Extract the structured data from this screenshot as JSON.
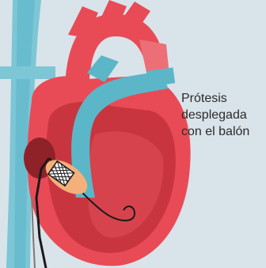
{
  "caption": {
    "line1": "Prótesis",
    "line2": "desplegada",
    "line3": "con el balón"
  },
  "colors": {
    "background": "#d9e3ea",
    "heart_outer": "#e84b56",
    "heart_inner": "#c9353f",
    "chamber": "#8e2228",
    "vessel_blue": "#5bb6c8",
    "vessel_blue_dark": "#3f9fb4",
    "balloon": "#f3b07b",
    "catheter": "#1a1a1a"
  }
}
